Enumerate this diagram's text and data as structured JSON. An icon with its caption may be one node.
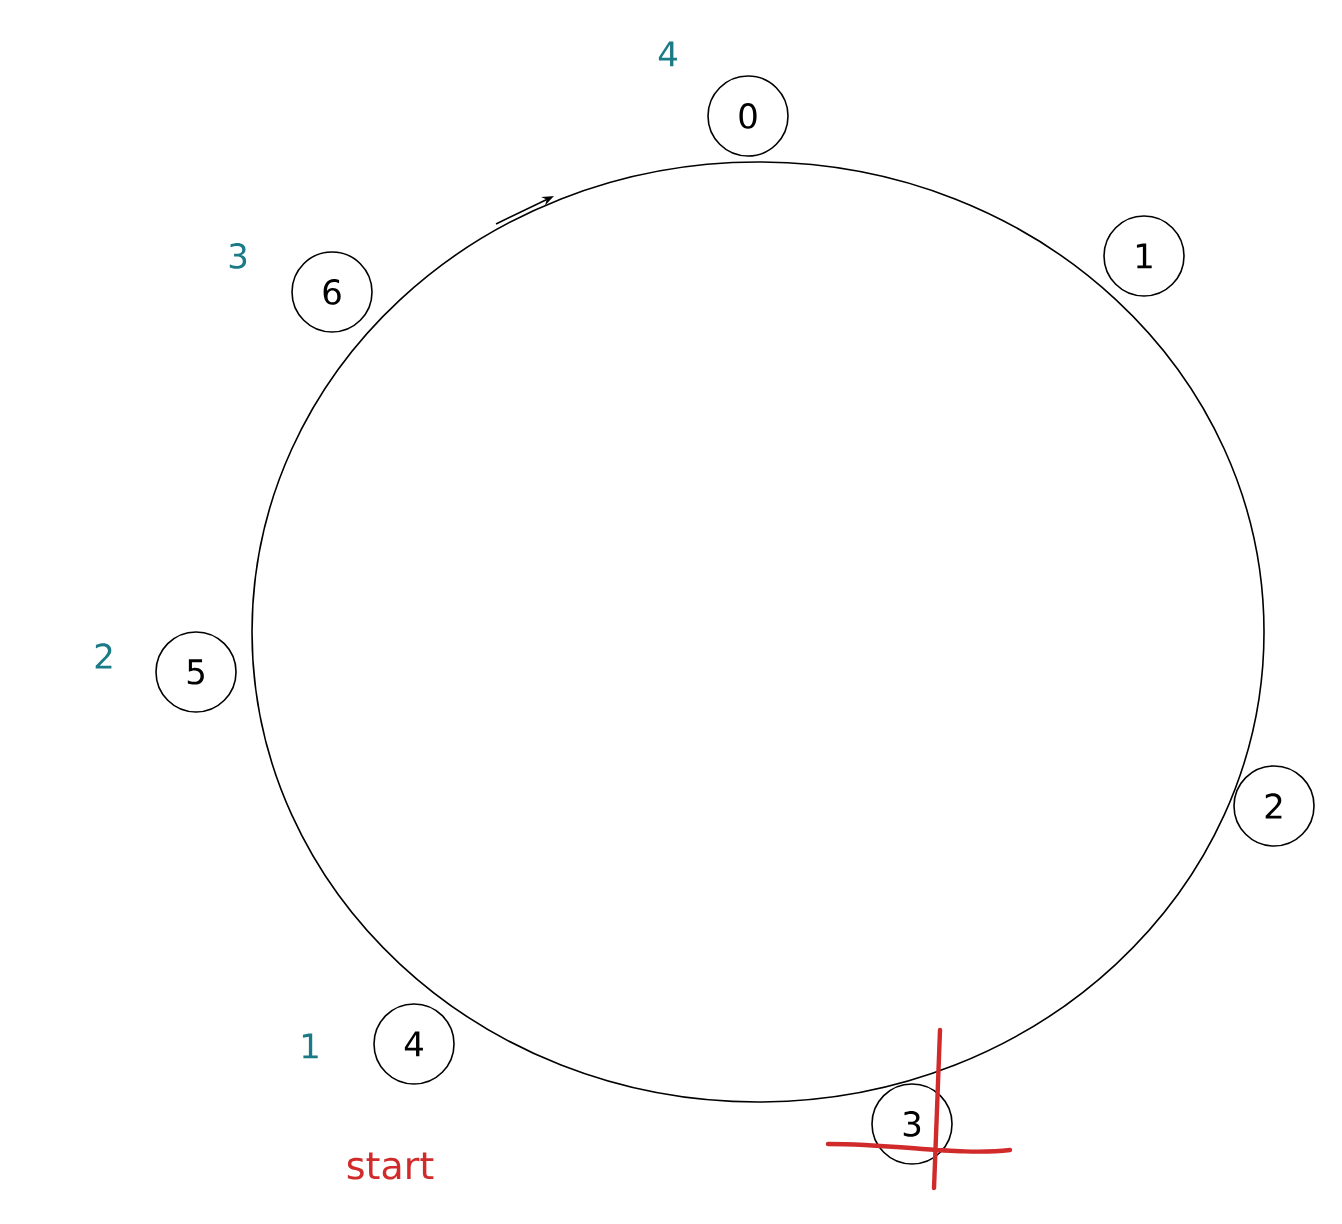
{
  "diagram": {
    "nodes": [
      {
        "text": [
          "0"
        ],
        "beside": [
          "4"
        ]
      },
      {
        "text": [
          "1"
        ]
      },
      {
        "text": [
          "2"
        ]
      },
      {
        "text": [
          "3"
        ]
      },
      {
        "text": [
          "4"
        ],
        "beside": [
          "1"
        ]
      },
      {
        "text": [
          "5"
        ],
        "beside": [
          "2"
        ]
      },
      {
        "text": [
          "6"
        ],
        "beside": [
          "3"
        ]
      }
    ],
    "labels": [
      "start"
    ]
  }
}
